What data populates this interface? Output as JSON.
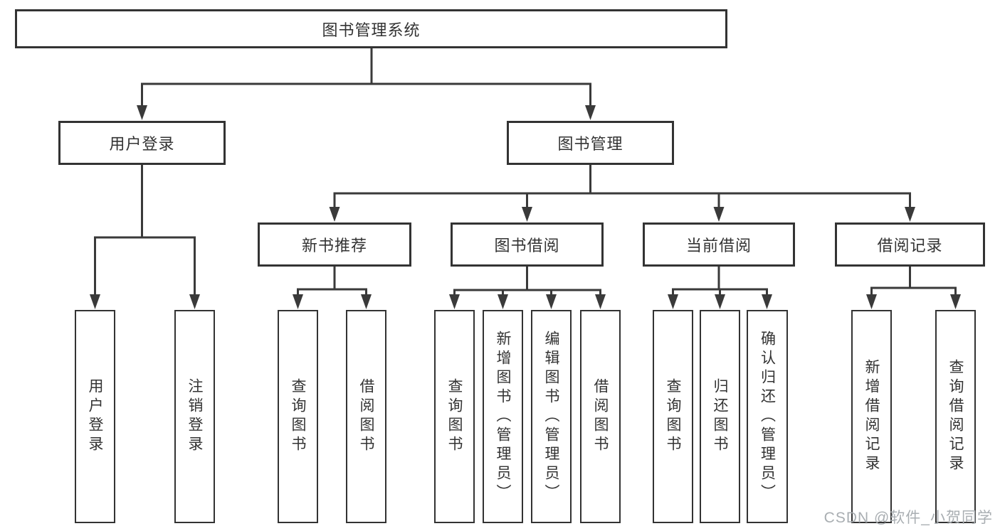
{
  "tree": {
    "label": "图书管理系统",
    "children": [
      {
        "label": "用户登录",
        "children": [
          {
            "label": "用户登录"
          },
          {
            "label": "注销登录"
          }
        ]
      },
      {
        "label": "图书管理",
        "children": [
          {
            "label": "新书推荐",
            "children": [
              {
                "label": "查询图书"
              },
              {
                "label": "借阅图书"
              }
            ]
          },
          {
            "label": "图书借阅",
            "children": [
              {
                "label": "查询图书"
              },
              {
                "label": "新增图书（管理员）"
              },
              {
                "label": "编辑图书（管理员）"
              },
              {
                "label": "借阅图书"
              }
            ]
          },
          {
            "label": "当前借阅",
            "children": [
              {
                "label": "查询图书"
              },
              {
                "label": "归还图书"
              },
              {
                "label": "确认归还（管理员）"
              }
            ]
          },
          {
            "label": "借阅记录",
            "children": [
              {
                "label": "新增借阅记录"
              },
              {
                "label": "查询借阅记录"
              }
            ]
          }
        ]
      }
    ]
  },
  "watermark": {
    "text": "CSDN @软件_小贺同学"
  },
  "colors": {
    "line": "#3a3a3a",
    "border": "#333333",
    "text": "#333333",
    "watermark": "#a9aeb2"
  }
}
